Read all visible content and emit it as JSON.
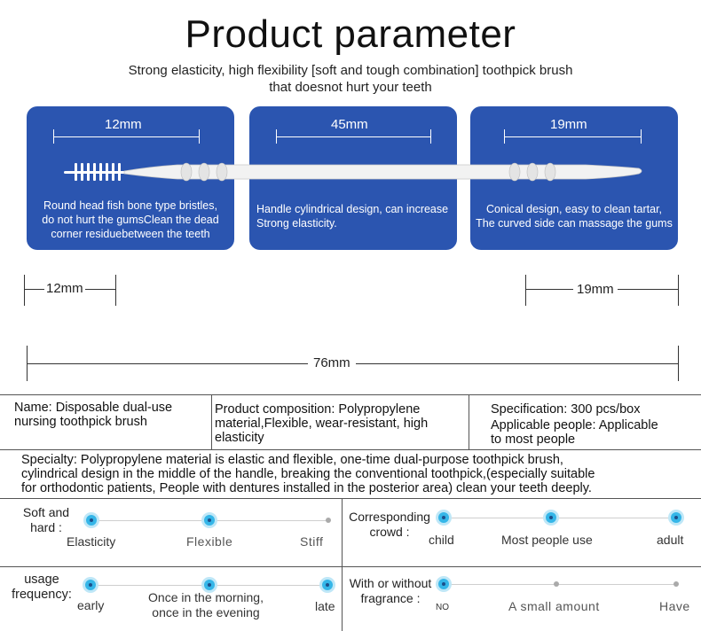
{
  "header": {
    "title": "Product parameter",
    "subtitle_line1": "Strong elasticity, high flexibility [soft and tough combination] toothpick brush",
    "subtitle_line2": "that doesnot hurt your teeth"
  },
  "panels": [
    {
      "dimension": "12mm",
      "desc_lines": [
        "Round head fish bone type bristles,",
        "do not hurt the gumsClean the dead",
        "corner residuebetween the teeth"
      ]
    },
    {
      "dimension": "45mm",
      "desc_lines": [
        "Handle cylindrical design, can increase",
        "Strong elasticity."
      ]
    },
    {
      "dimension": "19mm",
      "desc_lines": [
        "Conical design, easy to clean tartar,",
        "The curved side can massage the gums"
      ]
    }
  ],
  "dimensions": {
    "left": "12mm",
    "right": "19mm",
    "total": "76mm"
  },
  "colors": {
    "panel_blue": "#2b55b0",
    "dot_blue": "#35b6e8"
  },
  "specs": {
    "name": [
      "Name: Disposable dual-use",
      "nursing toothpick brush"
    ],
    "composition": [
      "Product composition: Polypropylene",
      "material,Flexible, wear-resistant, high",
      "elasticity"
    ],
    "specification": "Specification: 300 pcs/box",
    "applicable": [
      "Applicable people: Applicable",
      "to most people"
    ],
    "specialty": [
      "Specialty: Polypropylene material is elastic and flexible, one-time dual-purpose toothpick brush,",
      "cylindrical design in the middle of the handle, breaking the conventional toothpick,(especially suitable",
      "for orthodontic patients, People with dentures installed in the posterior area) clean your teeth deeply."
    ]
  },
  "scales": {
    "softness": {
      "label": [
        "Soft and",
        "hard :"
      ],
      "options": [
        "Elasticity",
        "Flexible",
        "Stiff"
      ],
      "selected": [
        true,
        true,
        false
      ]
    },
    "crowd": {
      "label": [
        "Corresponding",
        "crowd :"
      ],
      "options": [
        "child",
        "Most people use",
        "adult"
      ],
      "selected": [
        true,
        true,
        true
      ]
    },
    "usage": {
      "label": [
        "usage",
        "frequency:"
      ],
      "options": [
        "early",
        "Once in the morning,",
        "once in the evening",
        "late"
      ],
      "selected": [
        true,
        true,
        true
      ]
    },
    "fragrance": {
      "label": [
        "With or without",
        "fragrance :"
      ],
      "options": [
        "NO",
        "A small amount",
        "Have"
      ],
      "selected": [
        true,
        false,
        false
      ]
    }
  }
}
